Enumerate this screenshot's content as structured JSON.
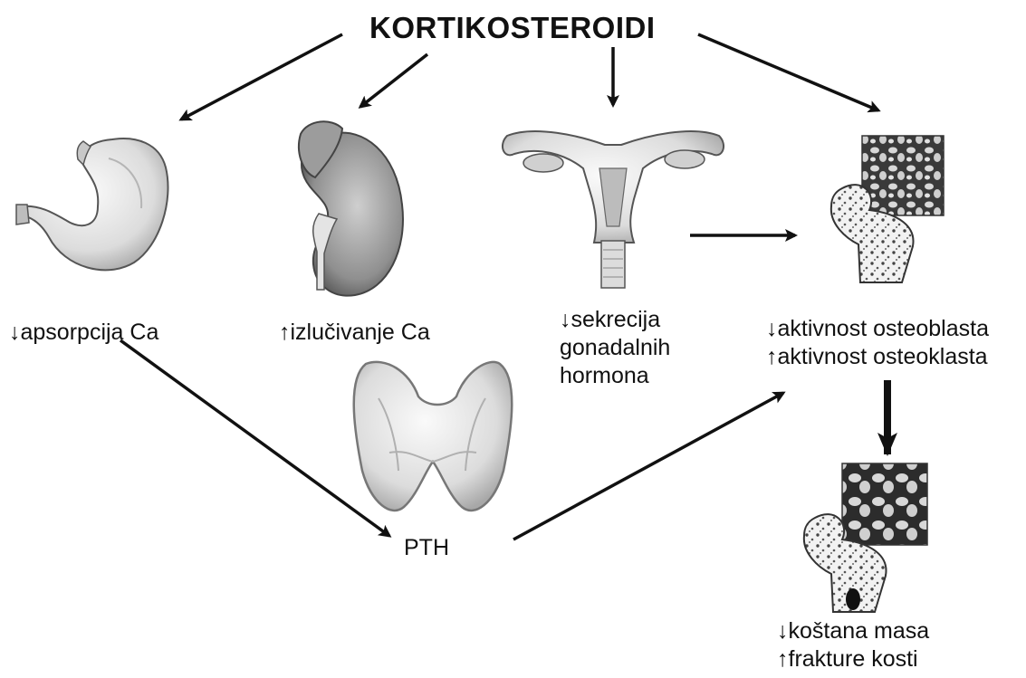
{
  "title": "KORTIKOSTEROIDI",
  "nodes": {
    "stomach": {
      "label": "↓apsorpcija Ca",
      "icon": "stomach-icon"
    },
    "kidney": {
      "label": "↑izlučivanje Ca",
      "icon": "kidney-icon"
    },
    "gonads": {
      "lines": [
        "↓sekrecija",
        "gonadalnih",
        "hormona"
      ],
      "icon": "uterus-icon"
    },
    "bone_cells": {
      "lines": [
        "↓aktivnost osteoblasta",
        "↑aktivnost osteoklasta"
      ],
      "icon": "femur-bone-icon"
    },
    "pth": {
      "label": "PTH",
      "icon": "parathyroid-gland-icon"
    },
    "outcome": {
      "lines": [
        "↓koštana masa",
        "↑frakture kosti"
      ],
      "icon": "osteoporotic-femur-icon"
    }
  },
  "edges": [
    {
      "from": "title",
      "to": "stomach"
    },
    {
      "from": "title",
      "to": "kidney"
    },
    {
      "from": "title",
      "to": "gonads"
    },
    {
      "from": "title",
      "to": "bone_cells"
    },
    {
      "from": "gonads",
      "to": "bone_cells"
    },
    {
      "from": "stomach",
      "to": "pth"
    },
    {
      "from": "pth",
      "to": "bone_cells"
    },
    {
      "from": "bone_cells",
      "to": "outcome"
    }
  ],
  "colors": {
    "ink": "#111111",
    "organ_fill": "#e6e6e6",
    "organ_shade": "#9a9a9a",
    "background": "#ffffff"
  }
}
